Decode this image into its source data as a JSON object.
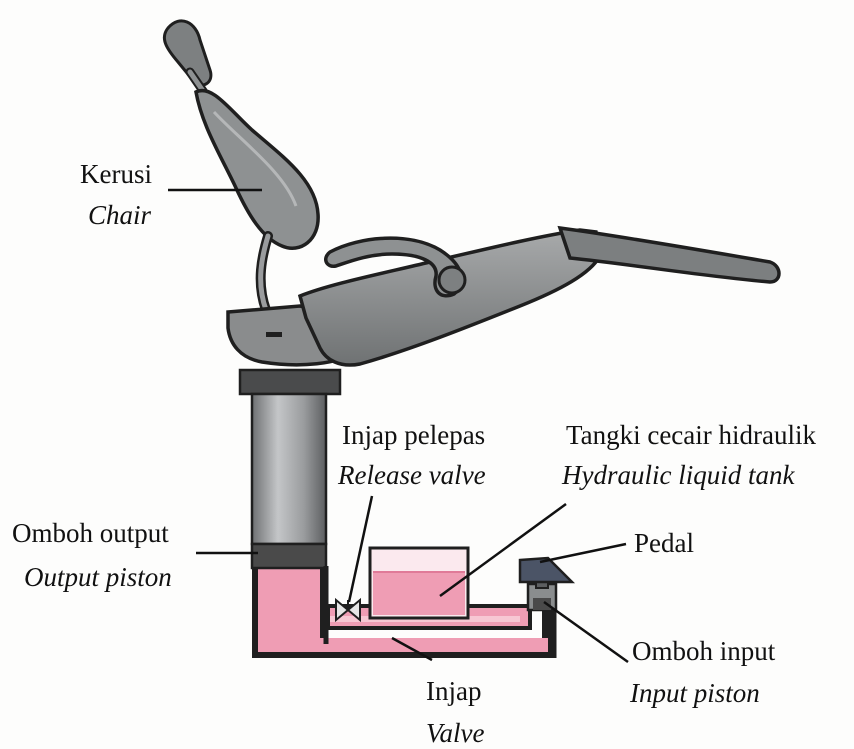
{
  "labels": {
    "chair": {
      "ms": "Kerusi",
      "en": "Chair"
    },
    "release_valve": {
      "ms": "Injap pelepas",
      "en": "Release valve"
    },
    "tank": {
      "ms": "Tangki cecair hidraulik",
      "en": "Hydraulic liquid tank"
    },
    "output_piston": {
      "ms": "Omboh output",
      "en": "Output piston"
    },
    "pedal": {
      "ms": "Pedal"
    },
    "input_piston": {
      "ms": "Omboh input",
      "en": "Input piston"
    },
    "valve": {
      "ms": "Injap",
      "en": "Valve"
    }
  },
  "colors": {
    "liquid": "#ef9db4",
    "liquid_light": "#f7c7d3",
    "chair_fill": "#8e9192",
    "chair_outline": "#1f1f1f",
    "cylinder": "#9a9c9e",
    "piston": "#4a4a4a",
    "pedal": "#4b5466"
  }
}
